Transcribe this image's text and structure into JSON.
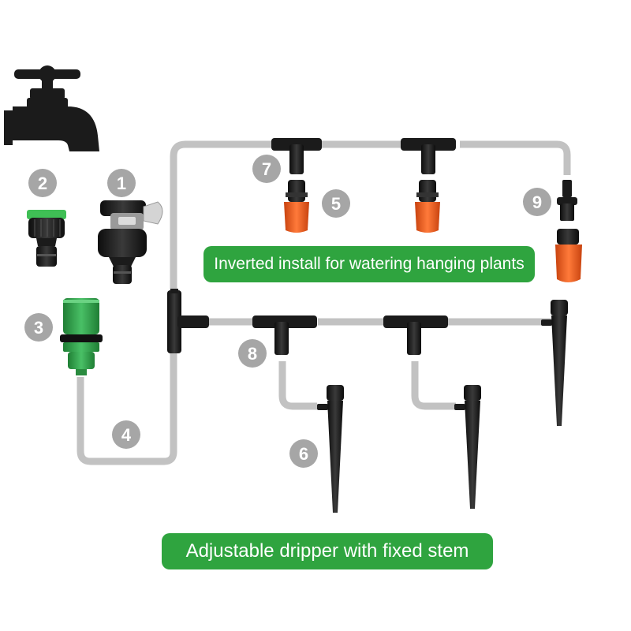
{
  "labels": {
    "n1": "1",
    "n2": "2",
    "n3": "3",
    "n4": "4",
    "n5": "5",
    "n6": "6",
    "n7": "7",
    "n8": "8",
    "n9": "9"
  },
  "banners": {
    "top": "Inverted install for watering hanging plants",
    "bottom": "Adjustable dripper with fixed stem"
  },
  "colors": {
    "tube": "#c2c2c2",
    "part_black": "#1b1b1b",
    "valve_orange": "#ef5a1e",
    "connector_green": "#2f9b46",
    "badge_gray": "#a6a6a6",
    "banner_green": "#2fa43f"
  },
  "icons": [
    "faucet-icon",
    "tap-adapter-icon",
    "threaded-adapter-icon",
    "quick-connector-icon",
    "tee-connector-icon",
    "control-valve-icon",
    "dripper-stake-icon",
    "barbed-connector-icon"
  ]
}
